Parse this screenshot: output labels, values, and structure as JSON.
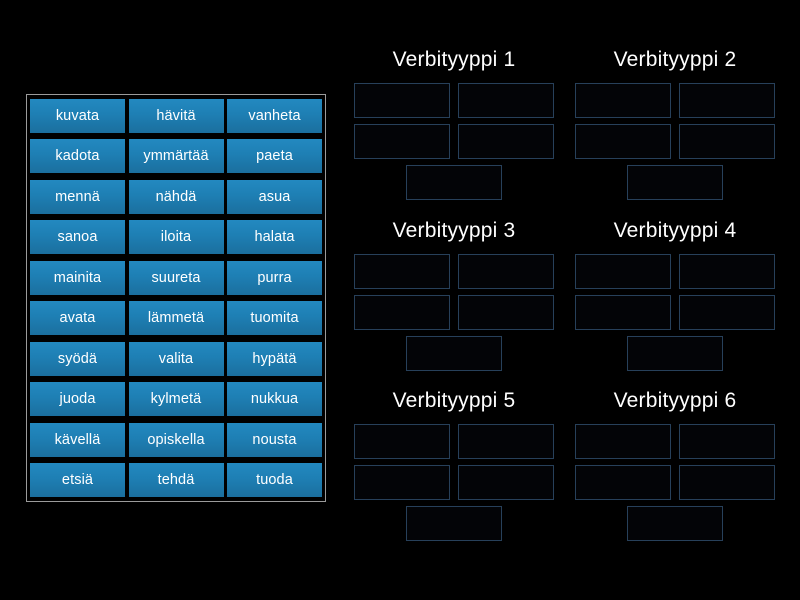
{
  "activity": {
    "type": "group-sort",
    "background_color": "#000000"
  },
  "word_bank": {
    "border_color": "#9b9b9b",
    "tile_color": "#1e7fb4",
    "tile_text_color": "#ffffff",
    "rows": [
      [
        "kuvata",
        "hävitä",
        "vanheta"
      ],
      [
        "kadota",
        "ymmärtää",
        "paeta"
      ],
      [
        "mennä",
        "nähdä",
        "asua"
      ],
      [
        "sanoa",
        "iloita",
        "halata"
      ],
      [
        "mainita",
        "suureta",
        "purra"
      ],
      [
        "avata",
        "lämmetä",
        "tuomita"
      ],
      [
        "syödä",
        "valita",
        "hypätä"
      ],
      [
        "juoda",
        "kylmetä",
        "nukkua"
      ],
      [
        "kävellä",
        "opiskella",
        "nousta"
      ],
      [
        "etsiä",
        "tehdä",
        "tuoda"
      ]
    ]
  },
  "groups": [
    {
      "title": "Verbityyppi 1",
      "slots": [
        "",
        "",
        "",
        "",
        ""
      ]
    },
    {
      "title": "Verbityyppi 2",
      "slots": [
        "",
        "",
        "",
        "",
        ""
      ]
    },
    {
      "title": "Verbityyppi 3",
      "slots": [
        "",
        "",
        "",
        "",
        ""
      ]
    },
    {
      "title": "Verbityyppi 4",
      "slots": [
        "",
        "",
        "",
        "",
        ""
      ]
    },
    {
      "title": "Verbityyppi 5",
      "slots": [
        "",
        "",
        "",
        "",
        ""
      ]
    },
    {
      "title": "Verbityyppi 6",
      "slots": [
        "",
        "",
        "",
        "",
        ""
      ]
    }
  ]
}
